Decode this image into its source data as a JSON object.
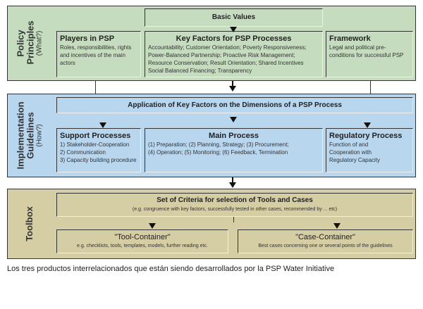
{
  "policy": {
    "label": "Policy Principles",
    "sub": "(What?)",
    "basic_values": "Basic Values",
    "players": {
      "title": "Players in PSP",
      "text": "Roles, responsibilities, rights and incentives of the main actors"
    },
    "key_factors": {
      "title": "Key Factors for PSP Processes",
      "lines": [
        "Accountability; Customer Orientation; Poverty Responsiveness;",
        "Power-Balanced Partnership; Proactive Risk Management;",
        "Resource Conservation; Result Orientation; Shared Incentives",
        "Social Balanced Financing; Transparency"
      ]
    },
    "framework": {
      "title": "Framework",
      "text": "Legal and political pre-conditions for successful PSP"
    }
  },
  "implementation": {
    "label": "Implementation Guidelines",
    "sub": "(How?)",
    "application": "Application of Key Factors on the Dimensions of a PSP Process",
    "support": {
      "title": "Support Processes",
      "lines": [
        "1) Stakeholder-Cooperation",
        "2) Communication",
        "3) Capacity building procedure"
      ]
    },
    "main": {
      "title": "Main Process",
      "lines": [
        "(1) Preparation; (2) Planning, Strategy; (3) Procurement;",
        "(4) Operation; (5) Monitoring; (6) Feedback, Termination"
      ]
    },
    "regulatory": {
      "title": "Regulatory Process",
      "text": "Function of and Cooperation with Regulatory Capacity"
    }
  },
  "toolbox": {
    "label": "Toolbox",
    "criteria": {
      "title": "Set of Criteria for selection of Tools and Cases",
      "text": "(e.g. congruence with key factors, successfully tested in other cases, recommended by ... etc)"
    },
    "tool": {
      "title": "\"Tool-Container\"",
      "text": "e.g. checklists, tools, templates, models, further reading etc."
    },
    "case": {
      "title": "\"Case-Container\"",
      "text": "Best cases concerning one or several points of the guidelines"
    }
  },
  "caption": "Los tres productos interrelacionados que están siendo desarrollados por la PSP Water Initiative"
}
